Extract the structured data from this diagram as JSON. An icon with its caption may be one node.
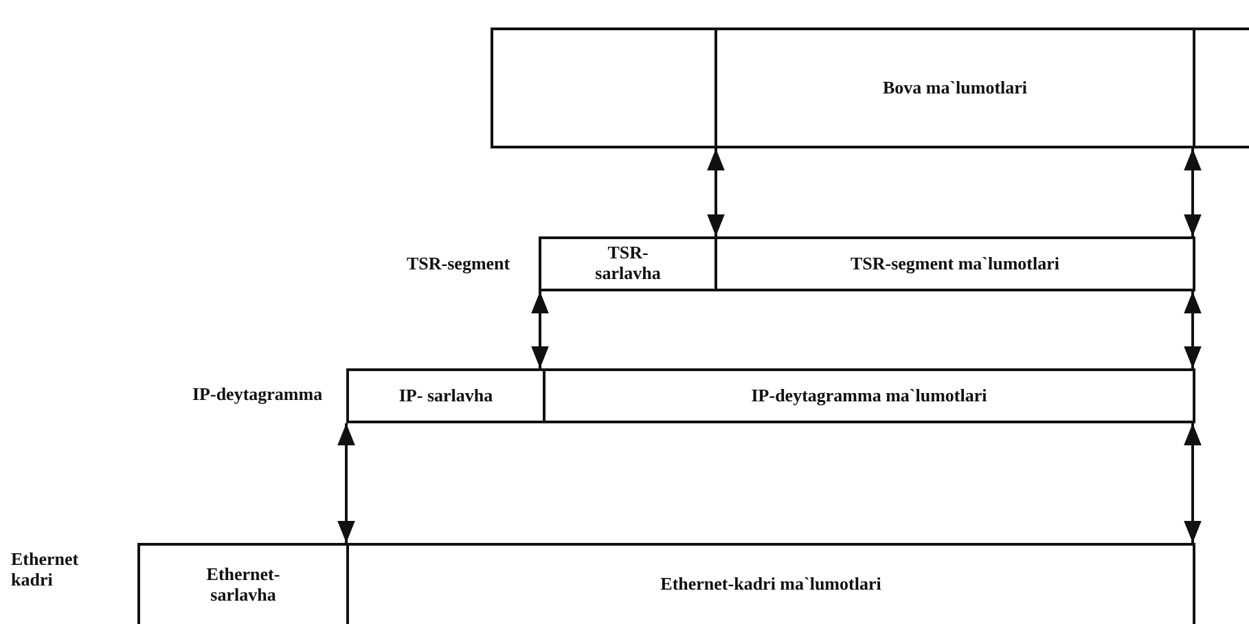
{
  "diagram": {
    "nodes": [
      {
        "text": [],
        "shape": "box"
      },
      {
        "text": [
          "Bova ma`lumotlari"
        ]
      },
      {
        "text": [],
        "shape": "box"
      },
      {
        "text": [
          "TSR- sarlavha"
        ],
        "beside": [
          "TSR-segment"
        ]
      },
      {
        "text": [
          "TSR-segment ma`lumotlari"
        ]
      },
      {
        "text": [
          "IP- sarlavha"
        ],
        "beside": [
          "IP-deytagramma"
        ]
      },
      {
        "text": [
          "IP-deytagramma ma`lumotlari"
        ]
      },
      {
        "text": [
          "Ethernet- sarlavha"
        ],
        "beside": [
          "Ethernet kadri"
        ]
      },
      {
        "text": [
          "Ethernet-kadri ma`lumotlari"
        ]
      }
    ],
    "edges": [
      {
        "from": 1,
        "to": 4,
        "arrow": "both"
      },
      {
        "from": 1,
        "to": 4,
        "arrow": "both"
      },
      {
        "from": 3,
        "to": 6,
        "arrow": "both"
      },
      {
        "from": 4,
        "to": 6,
        "arrow": "both"
      },
      {
        "from": 5,
        "to": 8,
        "arrow": "both"
      },
      {
        "from": 6,
        "to": 8,
        "arrow": "both"
      }
    ]
  }
}
